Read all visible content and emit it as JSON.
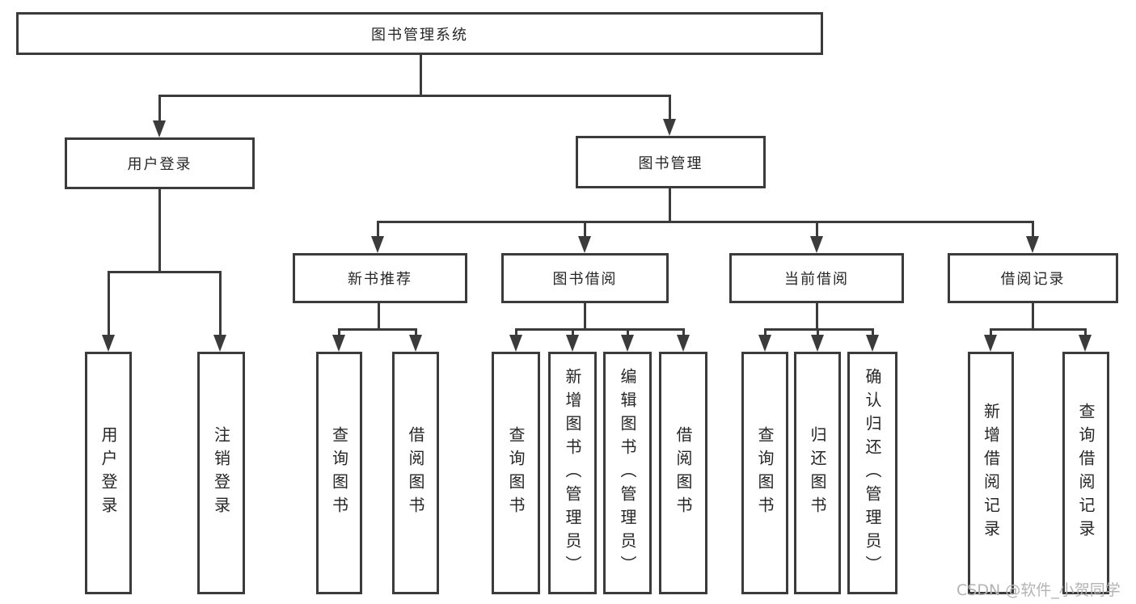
{
  "diagram": {
    "type": "hierarchy",
    "title": "图书管理系统"
  },
  "tree": {
    "root": {
      "label": "图书管理系统",
      "children": [
        {
          "label": "用户登录",
          "children": [
            {
              "label": "用户登录"
            },
            {
              "label": "注销登录"
            }
          ]
        },
        {
          "label": "图书管理",
          "children": [
            {
              "label": "新书推荐",
              "children": [
                {
                  "label": "查询图书"
                },
                {
                  "label": "借阅图书"
                }
              ]
            },
            {
              "label": "图书借阅",
              "children": [
                {
                  "label": "查询图书"
                },
                {
                  "label": "新增图书（管理员）"
                },
                {
                  "label": "编辑图书（管理员）"
                },
                {
                  "label": "借阅图书"
                }
              ]
            },
            {
              "label": "当前借阅",
              "children": [
                {
                  "label": "查询图书"
                },
                {
                  "label": "归还图书"
                },
                {
                  "label": "确认归还（管理员）"
                }
              ]
            },
            {
              "label": "借阅记录",
              "children": [
                {
                  "label": "新增借阅记录"
                },
                {
                  "label": "查询借阅记录"
                }
              ]
            }
          ]
        }
      ]
    }
  },
  "watermark": {
    "text": "CSDN @软件_小贺同学"
  },
  "colors": {
    "line": "#3b3b3b",
    "text": "#262626",
    "background": "#ffffff",
    "watermark": "#b3b3b3"
  }
}
